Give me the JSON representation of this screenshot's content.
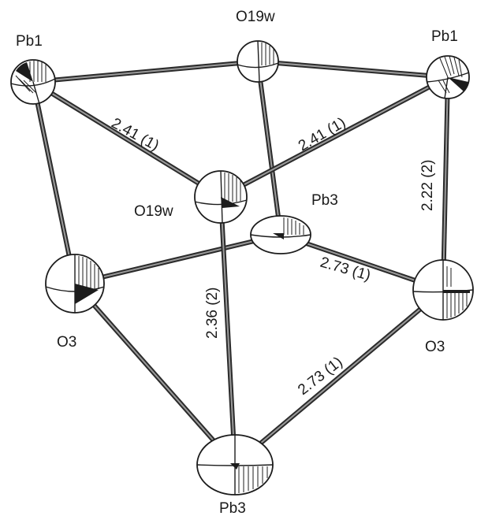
{
  "atoms": {
    "pb1_left": {
      "label": "Pb1"
    },
    "o19w_top": {
      "label": "O19w"
    },
    "pb1_right": {
      "label": "Pb1"
    },
    "o19w_center": {
      "label": "O19w"
    },
    "pb3_back": {
      "label": "Pb3"
    },
    "o3_left": {
      "label": "O3"
    },
    "o3_right": {
      "label": "O3"
    },
    "pb3_bottom": {
      "label": "Pb3"
    }
  },
  "bond_labels": {
    "pb1_o19w_left": "2.41 (1)",
    "pb1_o19w_right": "2.41 (1)",
    "pb1_o3_right": "2.22 (2)",
    "pb3_o3_back": "2.73 (1)",
    "o19w_pb3_vertical": "2.36 (2)",
    "o3_pb3_bottom": "2.73 (1)"
  },
  "colors": {
    "ink": "#1c1c1c",
    "bond_core": "#9a9a9a",
    "background": "#ffffff"
  }
}
